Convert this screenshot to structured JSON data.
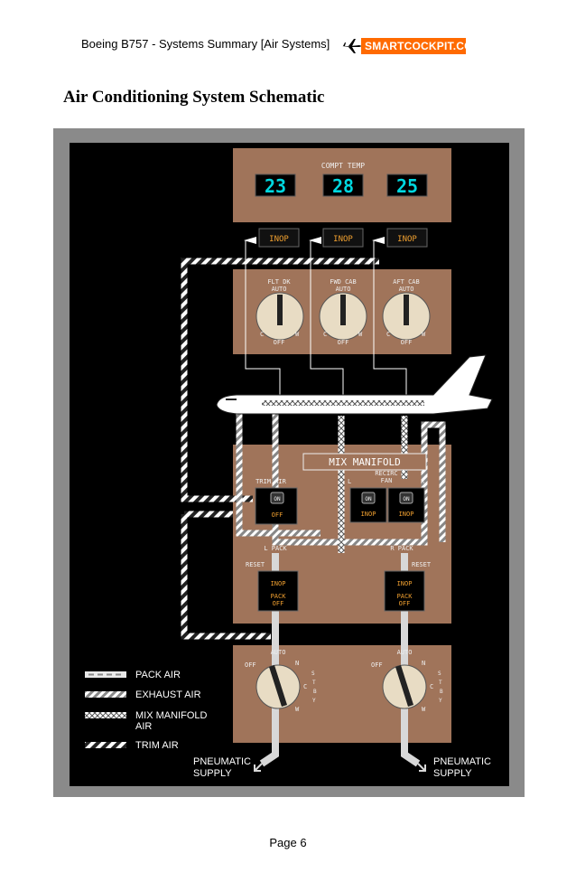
{
  "header": {
    "text": "Boeing B757 - Systems Summary [Air Systems]",
    "logo_text": "SMARTCOCKPIT.COM"
  },
  "title": "Air Conditioning System Schematic",
  "page": "Page 6",
  "compt_temp": {
    "label": "COMPT TEMP",
    "values": [
      "23",
      "28",
      "25"
    ]
  },
  "inop_lights": [
    "INOP",
    "INOP",
    "INOP"
  ],
  "selectors": [
    {
      "name": "FLT DK",
      "mode": "AUTO"
    },
    {
      "name": "FWD CAB",
      "mode": "AUTO"
    },
    {
      "name": "AFT CAB",
      "mode": "AUTO"
    }
  ],
  "selector_marks": {
    "cool": "C",
    "warm": "W",
    "off": "OFF"
  },
  "mix_manifold": "MIX MANIFOLD",
  "trim_air": {
    "label": "TRIM AIR",
    "on": "ON",
    "off": "OFF"
  },
  "recirc": {
    "label1": "RECIRC",
    "label2": "FAN",
    "left": "L",
    "right": "R",
    "on": "ON",
    "inop": "INOP"
  },
  "packs": {
    "left_label": "L PACK",
    "right_label": "R PACK",
    "reset": "RESET",
    "inop": "INOP",
    "pack1": "PACK",
    "pack2": "OFF"
  },
  "pack_selectors": {
    "auto": "AUTO",
    "off": "OFF",
    "n": "N",
    "c": "C",
    "w": "W",
    "stby": [
      "S",
      "T",
      "B",
      "Y"
    ]
  },
  "pneumatic": [
    "PNEUMATIC",
    "SUPPLY"
  ],
  "legend": [
    "PACK AIR",
    "EXHAUST AIR",
    "MIX MANIFOLD",
    "AIR",
    "TRIM AIR"
  ],
  "colors": {
    "panel": "#a0745a",
    "display": "#00d8e0",
    "amber": "#f0a030",
    "frame": "#8a8a8a",
    "orange": "#ff6a00"
  }
}
